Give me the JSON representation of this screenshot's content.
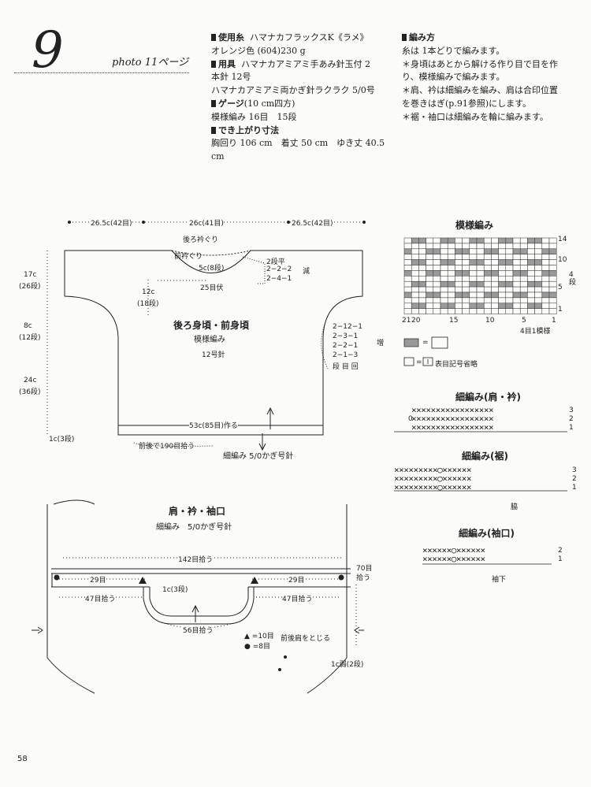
{
  "header": {
    "pattern_number": "9",
    "photo_ref": "photo 11ページ"
  },
  "info": {
    "yarn_h": "使用糸",
    "yarn": "ハマナカフラックスK《ラメ》",
    "yarn2": "オレンジ色 (604)230 g",
    "tools_h": "用具",
    "tools": "ハマナカアミアミ手あみ針玉付 2",
    "tools2": "本針 12号",
    "tools3": "ハマナカアミアミ両かぎ針ラクラク 5/0号",
    "gauge_h": "ゲージ",
    "gauge_h2": "(10 cm四方)",
    "gauge": "模様編み 16目　15段",
    "size_h": "でき上がり寸法",
    "size": "胸回り 106 cm　着丈 50 cm　ゆき丈 40.5",
    "size2": "cm"
  },
  "method": {
    "h": "編み方",
    "l1": "糸は 1本どりで編みます。",
    "l2": "＊身頃はあとから解ける作り目で目を作",
    "l3": "り、模様編みで編みます。",
    "l4": "＊肩、衿は細編みを編み、肩は合印位置",
    "l5": "を巻きはぎ(p.91参照)にします。",
    "l6": "＊裾・袖口は細編みを輪に編みます。"
  },
  "body_diagram": {
    "top_left": "26.5c(42目)",
    "top_mid": "26c(41目)",
    "top_right": "26.5c(42目)",
    "back_neck": "後ろ衿ぐり",
    "front_neck": "前衿ぐり",
    "neck_depth": "5c(8段)",
    "neck_bind": "25目伏",
    "neck_dec1": "2段平",
    "neck_dec2": "2−2−2",
    "neck_dec3": "2−4−1",
    "neck_dec_mark": "減",
    "side1": "17c",
    "side1b": "(26段)",
    "side2": "12c",
    "side2b": "(18段)",
    "side3": "8c",
    "side3b": "(12段)",
    "side4": "24c",
    "side4b": "(36段)",
    "side5": "1c(3段)",
    "title": "後ろ身頃・前身頃",
    "stitch": "模様編み",
    "needle": "12号針",
    "inc1": "2−12−1",
    "inc2": "2−3−1",
    "inc3": "2−2−1",
    "inc4": "2−1−3",
    "inc5": "段 目 回",
    "inc_mark": "増",
    "cast_on": "53c(85目)作る",
    "pickup": "前後で190目拾う",
    "hem": "細編み 5/0かぎ号針"
  },
  "chart": {
    "title": "模様編み",
    "row14": "14",
    "row10": "10",
    "row5": "5",
    "row1": "1",
    "col21": "21",
    "col20": "20",
    "col15": "15",
    "col10": "10",
    "col5": "5",
    "col1": "1",
    "repeat_rows": "4段",
    "repeat_stitches": "4目1模様",
    "legend1": "=",
    "legend2": "=",
    "legend_note": "表目記号省略",
    "rows": 14,
    "cols": 21
  },
  "shoulder_diagram": {
    "title": "肩・衿・袖口",
    "stitch": "細編み　5/0かぎ号針",
    "pickup_top": "142目拾う",
    "left29": "29目",
    "right29": "29目",
    "seventy": "70目",
    "seventy2": "拾う",
    "left47": "47目拾う",
    "right47": "47目拾う",
    "depth": "1c(3段)",
    "neck56": "56目拾う",
    "tri": "▲ =10目",
    "dot": "● =8目",
    "join": "前後肩をとじる",
    "cuff": "1c弱(2段)"
  },
  "sc_shoulder": {
    "title": "細編み(肩・衿)",
    "r3": "3",
    "r2": "2",
    "r1": "1",
    "r0": "0"
  },
  "sc_hem": {
    "title": "細編み(裾)",
    "r3": "3",
    "r2": "2",
    "r1": "1",
    "label": "脇"
  },
  "sc_cuff": {
    "title": "細編み(袖口)",
    "r2": "2",
    "r1": "1",
    "label": "袖下"
  },
  "page_number": "58"
}
